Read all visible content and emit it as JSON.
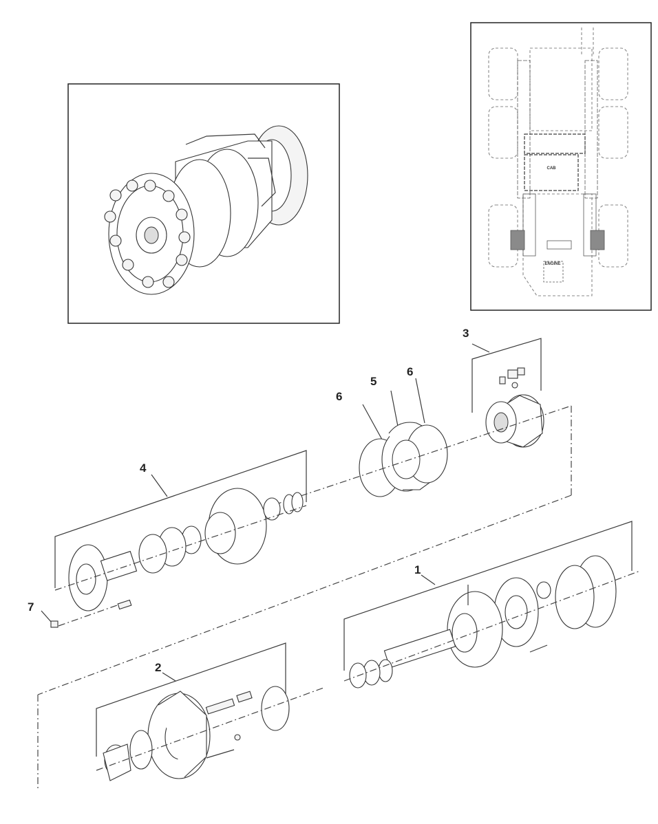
{
  "callouts": {
    "c1": "1",
    "c2": "2",
    "c3": "3",
    "c4": "4",
    "c5": "5",
    "c6a": "6",
    "c6b": "6",
    "c7": "7"
  },
  "location_map": {
    "cab_label": "CAB",
    "engine_label": "ENGINE"
  }
}
